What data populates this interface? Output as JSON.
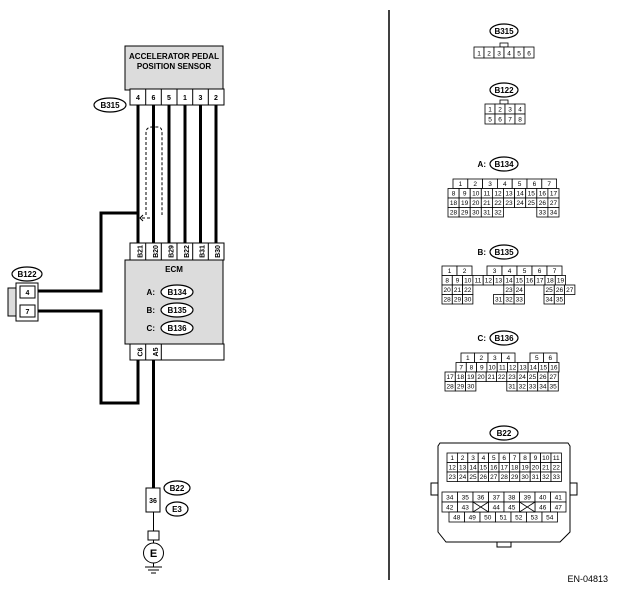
{
  "sensor": {
    "title_line1": "ACCELERATOR PEDAL",
    "title_line2": "POSITION SENSOR",
    "connector": "B315",
    "pins": [
      "4",
      "6",
      "5",
      "1",
      "3",
      "2"
    ]
  },
  "ecm": {
    "title": "ECM",
    "connectors": [
      {
        "prefix": "A:",
        "id": "B134"
      },
      {
        "prefix": "B:",
        "id": "B135"
      },
      {
        "prefix": "C:",
        "id": "B136"
      }
    ],
    "top_pins": [
      "B21",
      "B20",
      "B29",
      "B22",
      "B31",
      "B30"
    ],
    "bottom_pins": [
      "C6",
      "A5"
    ]
  },
  "side_connector": {
    "id": "B122",
    "pins": [
      "4",
      "7"
    ]
  },
  "ground": {
    "pin": "36",
    "connector": "B22",
    "ground_id": "E3",
    "symbol": "E"
  },
  "connector_views": {
    "B315": {
      "id": "B315",
      "rows": [
        [
          "1",
          "2",
          "3",
          "4",
          "5",
          "6"
        ]
      ]
    },
    "B122": {
      "id": "B122",
      "rows": [
        [
          "1",
          "2",
          "3",
          "4"
        ],
        [
          "5",
          "6",
          "7",
          "8"
        ]
      ]
    },
    "B134": {
      "prefix": "A:",
      "id": "B134",
      "rows": [
        [
          "1",
          "2",
          "3",
          "4",
          "5",
          "6",
          "7"
        ],
        [
          "8",
          "9",
          "10",
          "11",
          "12",
          "13",
          "14",
          "15",
          "16",
          "17"
        ],
        [
          "18",
          "19",
          "20",
          "21",
          "22",
          "23",
          "24",
          "25",
          "26",
          "27"
        ],
        [
          "28",
          "29",
          "30",
          "31",
          "32",
          "33",
          "34"
        ]
      ]
    },
    "B135": {
      "prefix": "B:",
      "id": "B135",
      "rows": [
        [
          "1",
          "2",
          "3",
          "4",
          "5",
          "6",
          "7"
        ],
        [
          "8",
          "9",
          "10",
          "11",
          "12",
          "13",
          "14",
          "15",
          "16",
          "17",
          "18",
          "19"
        ],
        [
          "20",
          "21",
          "22",
          "23",
          "24",
          "25",
          "26",
          "27"
        ],
        [
          "28",
          "29",
          "30",
          "31",
          "32",
          "33",
          "34",
          "35"
        ]
      ]
    },
    "B136": {
      "prefix": "C:",
      "id": "B136",
      "rows": [
        [
          "1",
          "2",
          "3",
          "4",
          "5",
          "6"
        ],
        [
          "7",
          "8",
          "9",
          "10",
          "11",
          "12",
          "13",
          "14",
          "15",
          "16"
        ],
        [
          "17",
          "18",
          "19",
          "20",
          "21",
          "22",
          "23",
          "24",
          "25",
          "26",
          "27"
        ],
        [
          "28",
          "29",
          "30",
          "31",
          "32",
          "33",
          "34",
          "35"
        ]
      ]
    },
    "B22": {
      "id": "B22",
      "rows": [
        [
          "1",
          "2",
          "3",
          "4",
          "5",
          "6",
          "7",
          "8",
          "9",
          "10",
          "11"
        ],
        [
          "12",
          "13",
          "14",
          "15",
          "16",
          "17",
          "18",
          "19",
          "20",
          "21",
          "22"
        ],
        [
          "23",
          "24",
          "25",
          "26",
          "27",
          "28",
          "29",
          "30",
          "31",
          "32",
          "33"
        ],
        [
          "34",
          "35",
          "36",
          "37",
          "38",
          "39",
          "40",
          "41"
        ],
        [
          "42",
          "43",
          "44",
          "45",
          "46",
          "47"
        ],
        [
          "48",
          "49",
          "50",
          "51",
          "52",
          "53",
          "54"
        ]
      ]
    }
  },
  "figure_code": "EN-04813",
  "colors": {
    "box_fill": "#dcdcdc",
    "line": "#000000"
  }
}
